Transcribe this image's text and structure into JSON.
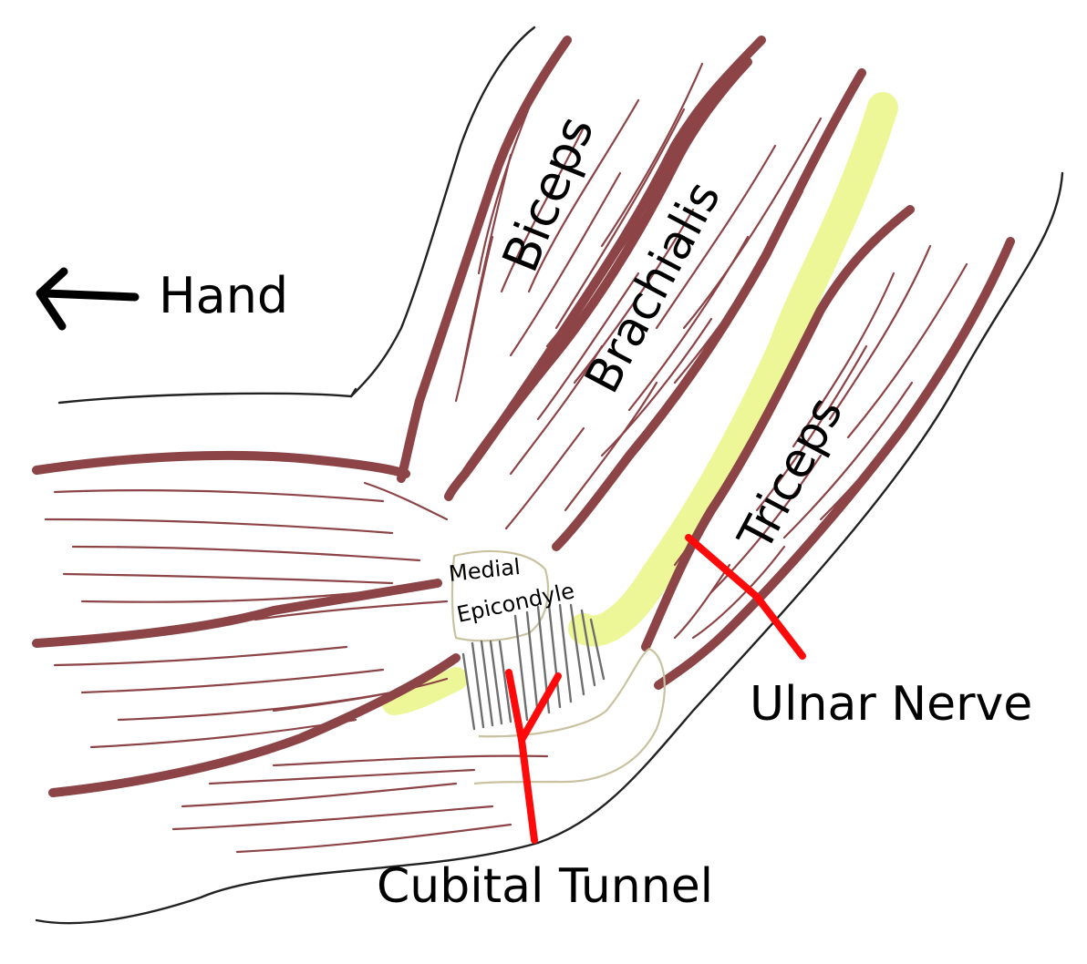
{
  "labels": {
    "hand": "Hand",
    "biceps": "Biceps",
    "brachialis": "Brachialis",
    "triceps": "Triceps",
    "medial_line1": "Medial",
    "medial_line2": "Epicondyle",
    "ulnar_nerve": "Ulnar Nerve",
    "cubital_tunnel": "Cubital Tunnel"
  },
  "colors": {
    "muscle": "#8c4447",
    "nerve": "#eef797",
    "pointer": "#ff0a0a",
    "outline": "#222222",
    "bone": "#c9c2a0",
    "ligament": "#6e6e6e"
  },
  "icons": {
    "direction": "arrow-left-icon"
  }
}
